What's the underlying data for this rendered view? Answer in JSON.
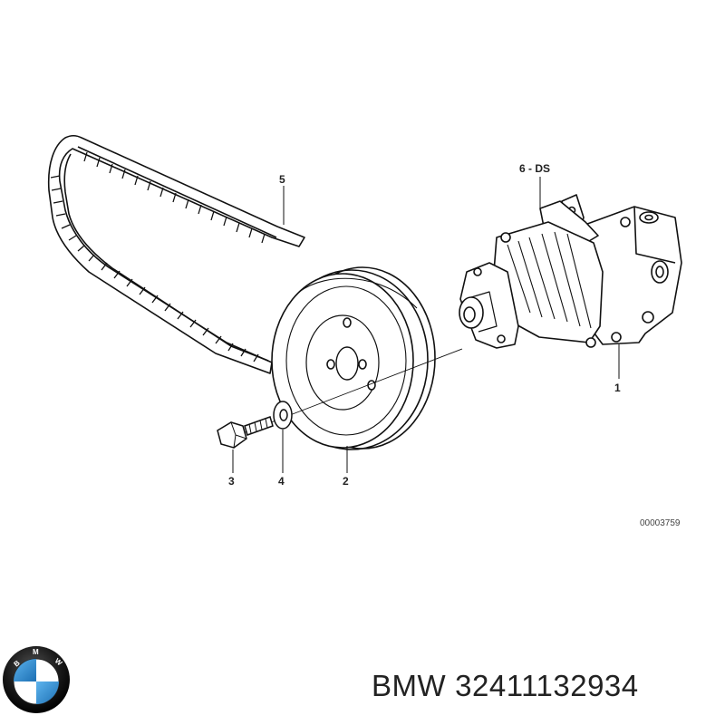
{
  "diagram": {
    "callouts": {
      "pump": "1",
      "pulley": "2",
      "bolt": "3",
      "washer": "4",
      "belt": "5",
      "hardware_set": "6 - DS"
    },
    "drawing_code": "00003759"
  },
  "caption": {
    "brand": "BMW",
    "part_number": "32411132934"
  },
  "logo": {
    "lettering": "BMW",
    "colors": {
      "ring": "#1a1a1a",
      "blue": "#2b8fd6",
      "white": "#ffffff"
    }
  }
}
